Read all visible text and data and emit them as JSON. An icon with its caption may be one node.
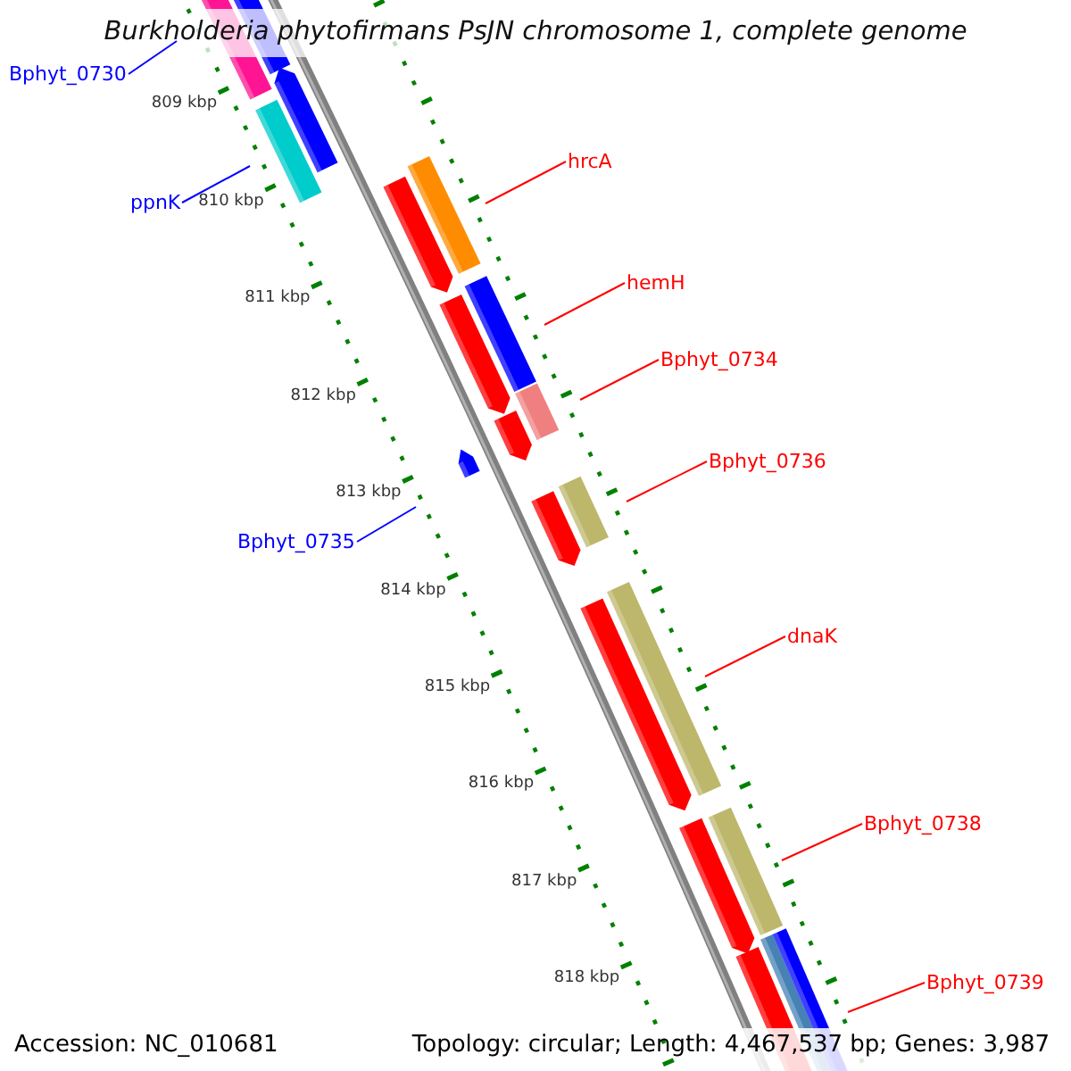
{
  "diagram": {
    "title": "Burkholderia phytofirmans PsJN chromosome 1, complete genome",
    "nodes": [
      {
        "text": [
          "Bphyt_0730"
        ]
      },
      {
        "text": [
          "hrcA"
        ]
      },
      {
        "text": [
          "ppnK"
        ]
      },
      {
        "text": [
          "hemH"
        ]
      },
      {
        "text": [
          "Bphyt_0734"
        ]
      },
      {
        "text": [
          "Bphyt_0736"
        ]
      },
      {
        "text": [
          "Bphyt_0735"
        ]
      },
      {
        "text": [
          "dnaK"
        ]
      },
      {
        "text": [
          "Bphyt_0738"
        ]
      },
      {
        "text": [
          "Bphyt_0739"
        ]
      }
    ],
    "edges": [
      {
        "from": 0,
        "to": null,
        "arrow": "none",
        "color": "#0000ff"
      },
      {
        "from": 1,
        "to": null,
        "arrow": "none"
      },
      {
        "from": 2,
        "to": null,
        "arrow": "none",
        "color": "#0000ff"
      },
      {
        "from": 3,
        "to": null,
        "arrow": "none"
      },
      {
        "from": 4,
        "to": null,
        "arrow": "none"
      },
      {
        "from": 5,
        "to": null,
        "arrow": "none"
      },
      {
        "from": 6,
        "to": null,
        "arrow": "none",
        "color": "#0000ff"
      },
      {
        "from": 7,
        "to": null,
        "arrow": "none"
      },
      {
        "from": 8,
        "to": null,
        "arrow": "none"
      },
      {
        "from": 9,
        "to": null,
        "arrow": "none"
      }
    ],
    "labels": [
      "809 kbp",
      "810 kbp",
      "811 kbp",
      "812 kbp",
      "813 kbp",
      "814 kbp",
      "815 kbp",
      "816 kbp",
      "817 kbp",
      "818 kbp",
      "Accession: NC_010681",
      "Topology: circular; Length: 4,467,537 bp; Genes: 3,987"
    ]
  }
}
